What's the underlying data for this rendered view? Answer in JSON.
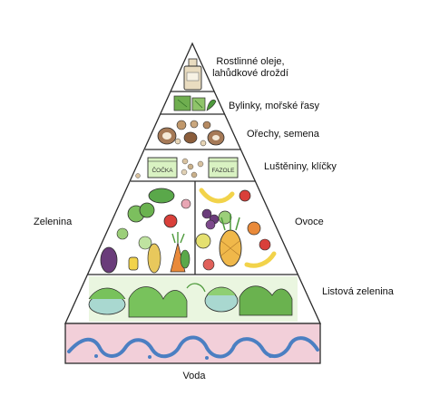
{
  "pyramid": {
    "tiers": [
      {
        "id": "oils",
        "label_line1": "Rostlinné oleje,",
        "label_line2": "lahůdkové droždí"
      },
      {
        "id": "herbs",
        "label": "Bylinky, mořské řasy"
      },
      {
        "id": "nuts",
        "label": "Ořechy, semena"
      },
      {
        "id": "legumes",
        "label": "Luštěniny, klíčky",
        "jar_labels": [
          "ČOČKA",
          "FAZOLE"
        ]
      },
      {
        "id": "veg_fruit",
        "left_label": "Zelenina",
        "right_label": "Ovoce"
      },
      {
        "id": "leafy",
        "label": "Listová zelenina"
      },
      {
        "id": "water",
        "label": "Voda"
      }
    ]
  },
  "colors": {
    "outline": "#2b2b2b",
    "oil_bottle": "#e9dcc0",
    "herbs": "#6fae4f",
    "nuts": "#a67a57",
    "jars": "#d9f2c2",
    "veg_green": "#5aa84a",
    "orange": "#e98a3a",
    "purple": "#6a3c7a",
    "yellow": "#f2d34a",
    "red": "#d9403a",
    "leafy": "#78c25c",
    "bowl": "#a9d8d0",
    "water_pink": "#f2cfd9",
    "wave": "#4b7fc2"
  }
}
